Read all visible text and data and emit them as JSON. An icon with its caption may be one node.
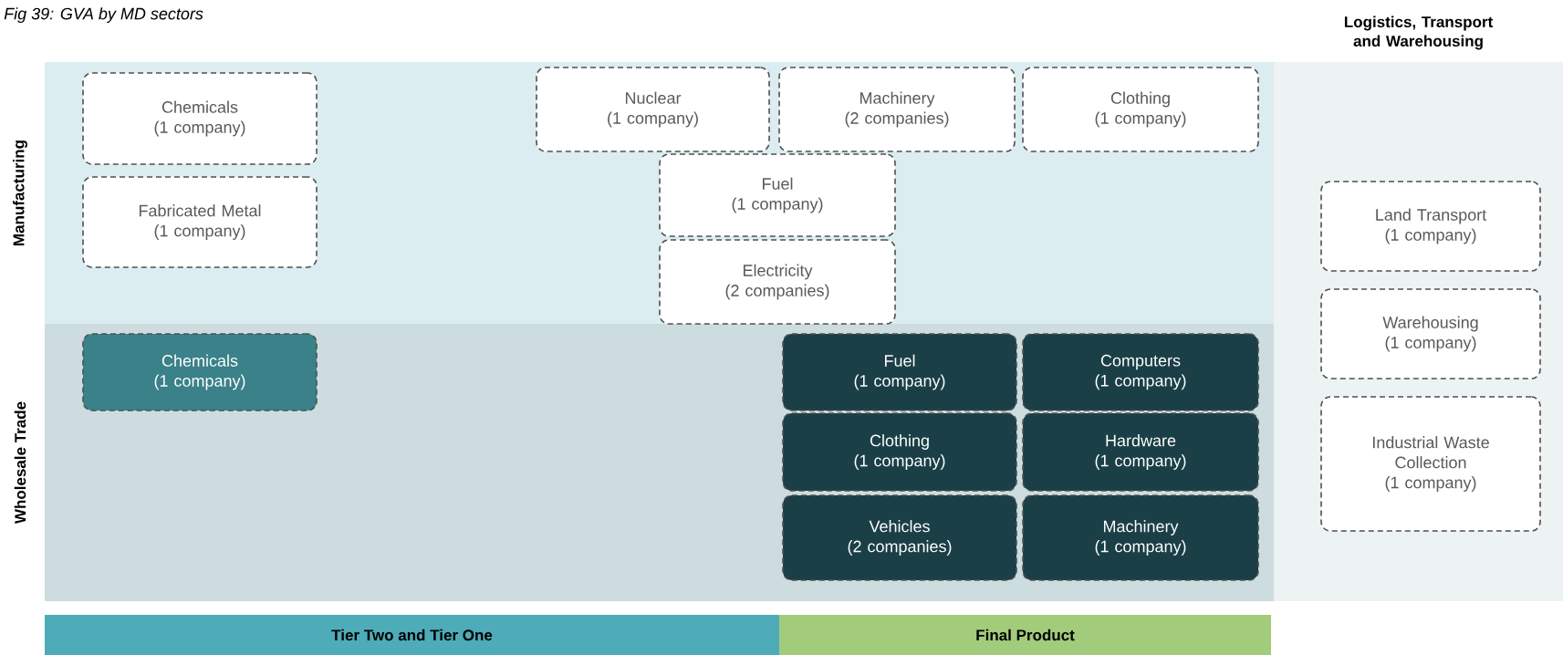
{
  "diagram": {
    "title": "Fig 39: GVA by MD sectors",
    "nodes": [
      {
        "text": [
          "Manufacturing"
        ]
      },
      {
        "text": [
          "Chemicals",
          "(1 company)"
        ],
        "in": 0
      },
      {
        "text": [
          "Fabricated Metal",
          "(1 company)"
        ],
        "in": 0
      },
      {
        "text": [
          "Nuclear",
          "(1 company)"
        ],
        "in": 0
      },
      {
        "text": [
          "Machinery",
          "(2 companies)"
        ],
        "in": 0
      },
      {
        "text": [
          "Clothing",
          "(1 company)"
        ],
        "in": 0
      },
      {
        "text": [
          "Fuel",
          "(1 company)"
        ],
        "in": 0
      },
      {
        "text": [
          "Electricity",
          "(2 companies)"
        ],
        "in": 0
      },
      {
        "text": [
          "Wholesale Trade"
        ]
      },
      {
        "text": [
          "Chemicals",
          "(1 company)"
        ],
        "in": 8
      },
      {
        "text": [
          "Fuel",
          "(1 company)"
        ],
        "in": 8
      },
      {
        "text": [
          "Computers",
          "(1 company)"
        ],
        "in": 8
      },
      {
        "text": [
          "Clothing",
          "(1 company)"
        ],
        "in": 8
      },
      {
        "text": [
          "Hardware",
          "(1 company)"
        ],
        "in": 8
      },
      {
        "text": [
          "Vehicles",
          "(2 companies)"
        ],
        "in": 8
      },
      {
        "text": [
          "Machinery",
          "(1 company)"
        ],
        "in": 8
      },
      {
        "text": [
          "Logistics, Transport and Warehousing"
        ]
      },
      {
        "text": [
          "Land Transport",
          "(1 company)"
        ],
        "in": 16
      },
      {
        "text": [
          "Warehousing",
          "(1 company)"
        ],
        "in": 16
      },
      {
        "text": [
          "Industrial Waste Collection",
          "(1 company)"
        ],
        "in": 16
      },
      {
        "text": [
          "Tier Two and Tier One"
        ]
      },
      {
        "text": [
          "Final Product"
        ]
      }
    ]
  }
}
